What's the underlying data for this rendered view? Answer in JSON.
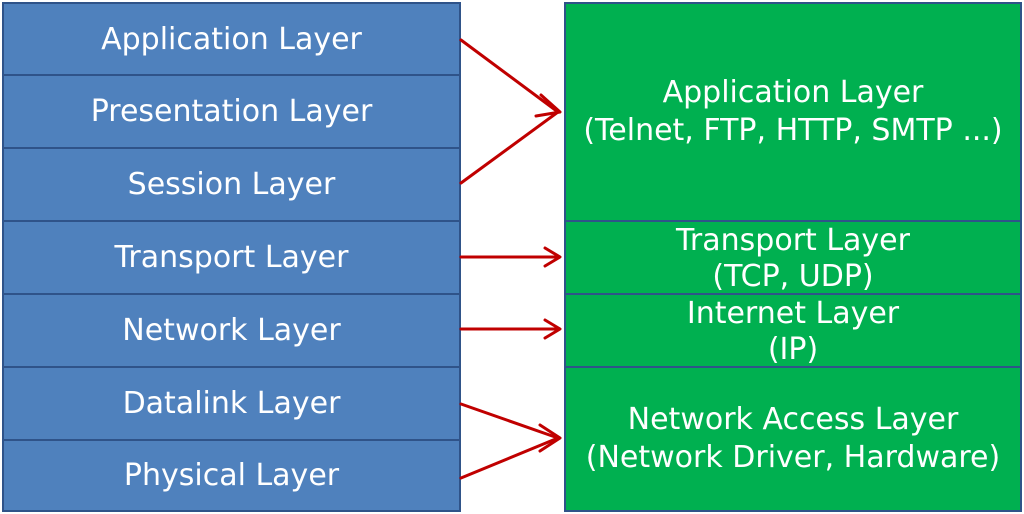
{
  "osi_layers": [
    "Application Layer",
    "Presentation Layer",
    "Session Layer",
    "Transport Layer",
    "Network Layer",
    "Datalink Layer",
    "Physical Layer"
  ],
  "tcpip_layers": [
    {
      "name": "Application Layer",
      "detail": "(Telnet, FTP, HTTP, SMTP ...)"
    },
    {
      "name": "Transport Layer",
      "detail": "(TCP, UDP)"
    },
    {
      "name": "Internet Layer",
      "detail": "(IP)"
    },
    {
      "name": "Network Access Layer",
      "detail": "(Network Driver, Hardware)"
    }
  ],
  "colors": {
    "osi_fill": "#4f81bd",
    "tcpip_fill": "#00b050",
    "border": "#2f5389",
    "arrow": "#c00000",
    "text": "#ffffff"
  }
}
